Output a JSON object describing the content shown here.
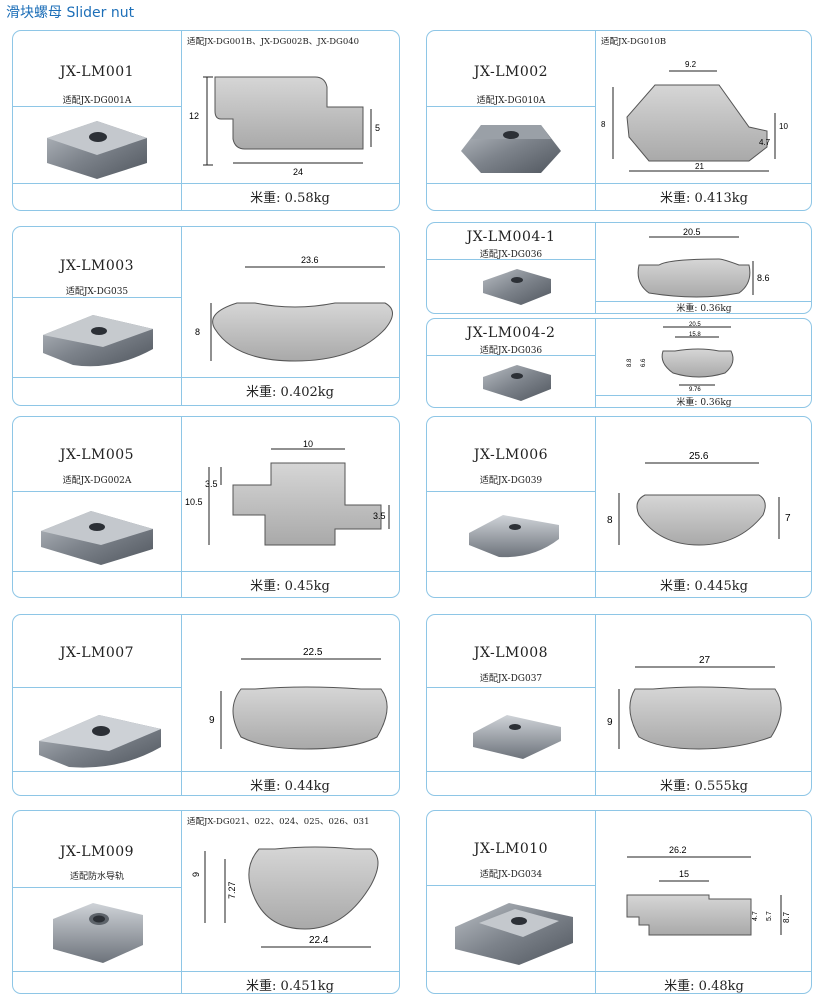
{
  "page": {
    "title": "滑块螺母  Slider nut"
  },
  "products": [
    {
      "model": "JX-LM001",
      "fit": "适配JX-DG001A",
      "fit_top": "适配JX-DG001B、JX-DG002B、JX-DG040",
      "weight": "米重: 0.58kg",
      "dims": [
        "12",
        "5",
        "24"
      ]
    },
    {
      "model": "JX-LM002",
      "fit": "适配JX-DG010A",
      "fit_top": "适配JX-DG010B",
      "weight": "米重: 0.413kg",
      "dims": [
        "9.2",
        "8",
        "10",
        "4.7",
        "21"
      ]
    },
    {
      "model": "JX-LM003",
      "fit": "适配JX-DG035",
      "weight": "米重: 0.402kg",
      "dims": [
        "23.6",
        "8"
      ]
    },
    {
      "model": "JX-LM004-1",
      "fit": "适配JX-DG036",
      "weight": "米重: 0.36kg",
      "dims": [
        "20.5",
        "8.6"
      ]
    },
    {
      "model": "JX-LM004-2",
      "fit": "适配JX-DG036",
      "weight": "米重: 0.36kg",
      "dims": [
        "20.5",
        "15.8",
        "8.8",
        "6.6",
        "9.76"
      ]
    },
    {
      "model": "JX-LM005",
      "fit": "适配JX-DG002A",
      "weight": "米重: 0.45kg",
      "dims": [
        "10",
        "3.5",
        "10.5",
        "3.5"
      ]
    },
    {
      "model": "JX-LM006",
      "fit": "适配JX-DG039",
      "weight": "米重: 0.445kg",
      "dims": [
        "25.6",
        "8",
        "7"
      ]
    },
    {
      "model": "JX-LM007",
      "fit": "",
      "weight": "米重: 0.44kg",
      "dims": [
        "22.5",
        "9"
      ]
    },
    {
      "model": "JX-LM008",
      "fit": "适配JX-DG037",
      "weight": "米重: 0.555kg",
      "dims": [
        "27",
        "9"
      ]
    },
    {
      "model": "JX-LM009",
      "fit": "适配防水导轨",
      "fit_top": "适配JX-DG021、022、024、025、026、031",
      "weight": "米重: 0.451kg",
      "dims": [
        "9",
        "7.27",
        "22.4"
      ]
    },
    {
      "model": "JX-LM010",
      "fit": "适配JX-DG034",
      "weight": "米重: 0.48kg",
      "dims": [
        "26.2",
        "15",
        "4.7",
        "5.7",
        "8.7"
      ]
    }
  ]
}
